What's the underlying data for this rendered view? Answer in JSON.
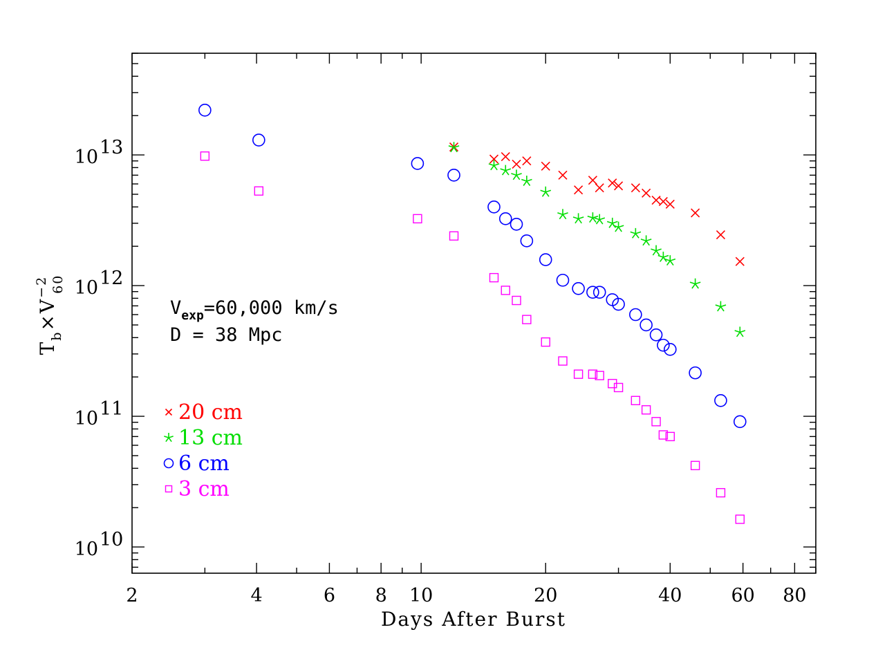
{
  "chart_data": {
    "type": "scatter",
    "xlabel": "Days After Burst",
    "ylabel": {
      "base": "T",
      "base_sub": "b",
      "times": "×",
      "v": "V",
      "v_sub": "60",
      "v_sup": "−2"
    },
    "x_scale": "log",
    "y_scale": "log",
    "xlim": [
      2,
      90
    ],
    "ylim": [
      6300000000.0,
      60000000000000.0
    ],
    "x_ticks": [
      2,
      4,
      6,
      8,
      10,
      20,
      40,
      60,
      80
    ],
    "x_tick_labels": [
      "2",
      "4",
      "6",
      "8",
      "10",
      "20",
      "40",
      "60",
      "80"
    ],
    "y_ticks": [
      {
        "value": 10000000000.0,
        "base": "10",
        "exp": "10"
      },
      {
        "value": 100000000000.0,
        "base": "10",
        "exp": "11"
      },
      {
        "value": 1000000000000.0,
        "base": "10",
        "exp": "12"
      },
      {
        "value": 10000000000000.0,
        "base": "10",
        "exp": "13"
      }
    ],
    "annotations": [
      {
        "parts": [
          {
            "t": "V"
          },
          {
            "t": "exp",
            "sub": true
          },
          {
            "t": "=60,000 km/s"
          }
        ]
      },
      {
        "parts": [
          {
            "t": "D = 38 Mpc"
          }
        ]
      }
    ],
    "legend_position": "bottom-left",
    "grid": false,
    "series": [
      {
        "name": "20 cm",
        "marker": "cross",
        "color": "#ff0000",
        "x": [
          12,
          15,
          16,
          17,
          18,
          20,
          22,
          24,
          26,
          27,
          29,
          30,
          33,
          35,
          37,
          38.5,
          40,
          46,
          53,
          59
        ],
        "y": [
          11500000000000.0,
          9300000000000.0,
          9700000000000.0,
          8500000000000.0,
          9000000000000.0,
          8200000000000.0,
          7000000000000.0,
          5400000000000.0,
          6400000000000.0,
          5600000000000.0,
          6100000000000.0,
          5800000000000.0,
          5600000000000.0,
          5100000000000.0,
          4500000000000.0,
          4400000000000.0,
          4200000000000.0,
          3600000000000.0,
          2450000000000.0,
          1530000000000.0
        ]
      },
      {
        "name": "13 cm",
        "marker": "star",
        "color": "#00dd00",
        "x": [
          12,
          15,
          16,
          17,
          18,
          20,
          22,
          24,
          26,
          27,
          29,
          30,
          33,
          35,
          37,
          38.5,
          40,
          46,
          53,
          59
        ],
        "y": [
          11400000000000.0,
          8300000000000.0,
          7600000000000.0,
          7000000000000.0,
          6300000000000.0,
          5200000000000.0,
          3500000000000.0,
          3250000000000.0,
          3300000000000.0,
          3200000000000.0,
          3000000000000.0,
          2800000000000.0,
          2500000000000.0,
          2200000000000.0,
          1850000000000.0,
          1650000000000.0,
          1550000000000.0,
          1030000000000.0,
          690000000000.0,
          440000000000.0
        ]
      },
      {
        "name": "6 cm",
        "marker": "circle",
        "color": "#0000ff",
        "x": [
          3,
          4.05,
          9.8,
          12,
          15,
          16,
          17,
          18,
          20,
          22,
          24,
          26,
          27,
          29,
          30,
          33,
          35,
          37,
          38.5,
          40,
          46,
          53,
          59
        ],
        "y": [
          22000000000000.0,
          13000000000000.0,
          8600000000000.0,
          7000000000000.0,
          4000000000000.0,
          3250000000000.0,
          2950000000000.0,
          2200000000000.0,
          1580000000000.0,
          1100000000000.0,
          950000000000.0,
          890000000000.0,
          890000000000.0,
          780000000000.0,
          720000000000.0,
          600000000000.0,
          500000000000.0,
          420000000000.0,
          350000000000.0,
          325000000000.0,
          215000000000.0,
          132000000000.0,
          91000000000.0
        ]
      },
      {
        "name": "3 cm",
        "marker": "square",
        "color": "#ff00ff",
        "x": [
          3,
          4.05,
          9.8,
          12,
          15,
          16,
          17,
          18,
          20,
          22,
          24,
          26,
          27,
          29,
          30,
          33,
          35,
          37,
          38.5,
          40,
          46,
          53,
          59
        ],
        "y": [
          9800000000000.0,
          5300000000000.0,
          3250000000000.0,
          2400000000000.0,
          1150000000000.0,
          920000000000.0,
          770000000000.0,
          550000000000.0,
          370000000000.0,
          265000000000.0,
          210000000000.0,
          210000000000.0,
          205000000000.0,
          178000000000.0,
          166000000000.0,
          132000000000.0,
          112000000000.0,
          91000000000.0,
          72000000000.0,
          70000000000.0,
          42000000000.0,
          26000000000.0,
          16300000000.0
        ]
      }
    ]
  }
}
